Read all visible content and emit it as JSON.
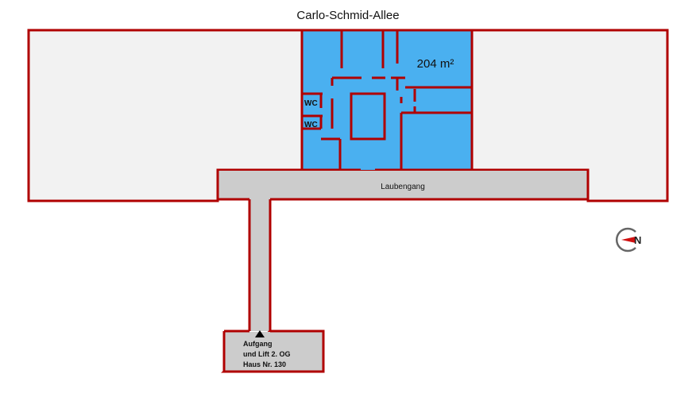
{
  "plan": {
    "street_name": "Carlo-Schmid-Allee",
    "unit_area": "204 m²",
    "wc_labels": [
      "WC",
      "WC"
    ],
    "corridor_label": "Laubengang",
    "entrance_lines": [
      "Aufgang",
      "und Lift 2. OG",
      "Haus Nr. 130"
    ],
    "compass_letter": "N"
  },
  "colors": {
    "wall": "#b00000",
    "building_fill": "#f2f2f2",
    "unit_fill": "#4ab0f0",
    "corridor_fill": "#cccccc",
    "compass": "#666666",
    "compass_needle": "#d01010"
  }
}
